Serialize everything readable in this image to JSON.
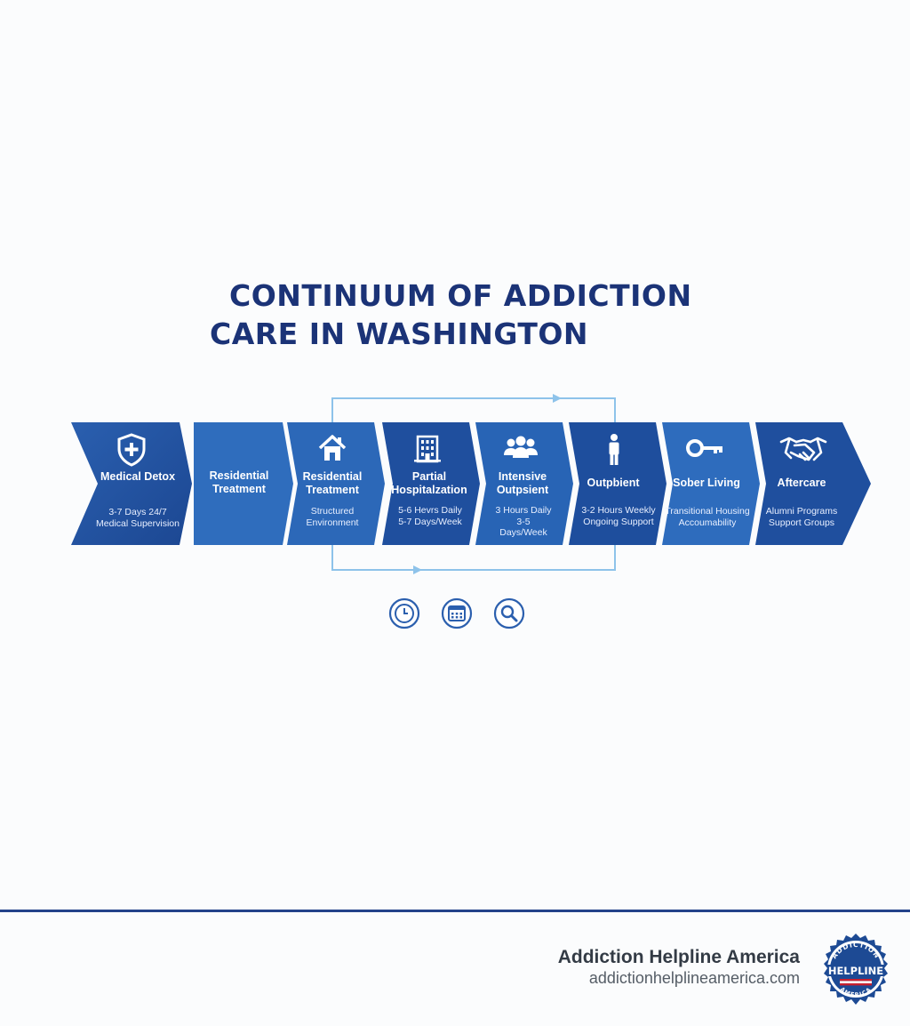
{
  "title": {
    "line1": "CONTINUUM OF ADDICTION",
    "line2": "CARE IN WASHINGTON"
  },
  "steps": [
    {
      "icon": "shield-cross-icon",
      "name": "Medical Detox",
      "desc": "3-7 Days 24/7 Medical Supervision"
    },
    {
      "icon": "",
      "name": "Residential Treatment",
      "desc": ""
    },
    {
      "icon": "house-icon",
      "name": "Residential Treatment",
      "desc": "Structured Environment"
    },
    {
      "icon": "hospital-building-icon",
      "name": "Partial Hospitalzation",
      "desc": "5-6 Hevrs Daily 5-7 Days/Week"
    },
    {
      "icon": "group-icon",
      "name": "Intensive Outpsient",
      "desc": "3 Hours Daily 3-5 Days/Week"
    },
    {
      "icon": "person-icon",
      "name": "Outpbient",
      "desc": "3-2 Hours Weekly Ongoing Support"
    },
    {
      "icon": "key-icon",
      "name": "Sober Living",
      "desc": "Transitional Housing Accoumability"
    },
    {
      "icon": "handshake-icon",
      "name": "Aftercare",
      "desc": "Alumni Programs Support Groups"
    }
  ],
  "tool_icons": [
    "clock-icon",
    "calendar-icon",
    "search-icon"
  ],
  "footer": {
    "brand_name": "Addiction Helpline America",
    "brand_url": "addictionhelplineamerica.com",
    "seal_icon": "helpline-america-seal"
  },
  "colors": {
    "title": "#1b3377",
    "step_dark": "#1f4d9c",
    "step_light": "#2f6fc0",
    "connector": "#8ec3ea",
    "tool_icon": "#2b5fae",
    "footer_line": "#24438a"
  }
}
